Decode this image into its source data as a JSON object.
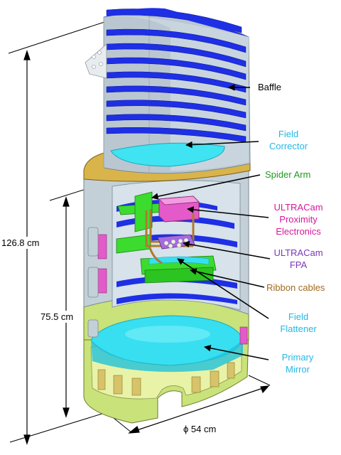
{
  "colors": {
    "outer_tube": "#b9c6cf",
    "baffle_blue": "#1e2fe6",
    "corrector": "#3fe3f2",
    "ring_gold": "#d9b44a",
    "green": "#3bdc2e",
    "electronics": "#e35ac8",
    "fpa": "#8a3fd0",
    "cables": "#b07a2c",
    "mirror": "#38dff0",
    "base": "#c9e27a"
  },
  "labels": {
    "baffle": "Baffle",
    "field_corrector": [
      "Field",
      "Corrector"
    ],
    "spider_arm": "Spider Arm",
    "proximity_electronics": [
      "ULTRACam",
      "Proximity",
      "Electronics"
    ],
    "fpa": [
      "ULTRACam",
      "FPA"
    ],
    "ribbon_cables": "Ribbon cables",
    "field_flattener": [
      "Field",
      "Flattener"
    ],
    "primary_mirror": [
      "Primary",
      "Mirror"
    ]
  },
  "dimensions": {
    "total_height": "126.8 cm",
    "lower_height": "75.5 cm",
    "diameter": "ϕ 54 cm"
  }
}
